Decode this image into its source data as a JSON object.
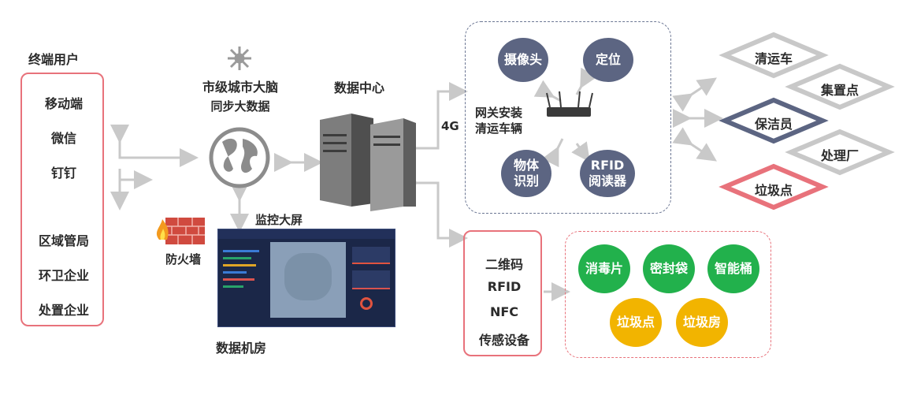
{
  "users": {
    "title": "终端用户",
    "items": [
      "移动端",
      "微信",
      "钉钉",
      "区域管局",
      "环卫企业",
      "处置企业"
    ]
  },
  "brain": {
    "title": "市级城市大脑",
    "subtitle": "同步大数据"
  },
  "datacenter": {
    "title": "数据中心"
  },
  "monitor": {
    "label": "监控大屏"
  },
  "firewall": {
    "label": "防火墙"
  },
  "machine_room": {
    "label": "数据机房"
  },
  "network": {
    "label_4g": "4G"
  },
  "gateway": {
    "line1": "网关安装",
    "line2": "清运车辆"
  },
  "devices": {
    "camera": "摄像头",
    "locate": "定位",
    "object_line1": "物体",
    "object_line2": "识别",
    "rfid_line1": "RFID",
    "rfid_line2": "阅读器"
  },
  "tags": {
    "items": [
      "二维码",
      "RFID",
      "NFC",
      "传感设备"
    ]
  },
  "carriers": {
    "disinfect": "消毒片",
    "sealed_bag": "密封袋",
    "smart_bin": "智能桶",
    "collect_point": "垃圾点",
    "collect_room": "垃圾房"
  },
  "targets": {
    "truck": "清运车",
    "gather": "集置点",
    "cleaner": "保洁员",
    "plant": "处理厂",
    "point": "垃圾点"
  },
  "colors": {
    "red": "#e8727b",
    "navy": "#5c6582",
    "green": "#22b14c",
    "yellow": "#f2b400",
    "grey": "#c8c8c8",
    "arrow": "#c9c9c9"
  }
}
